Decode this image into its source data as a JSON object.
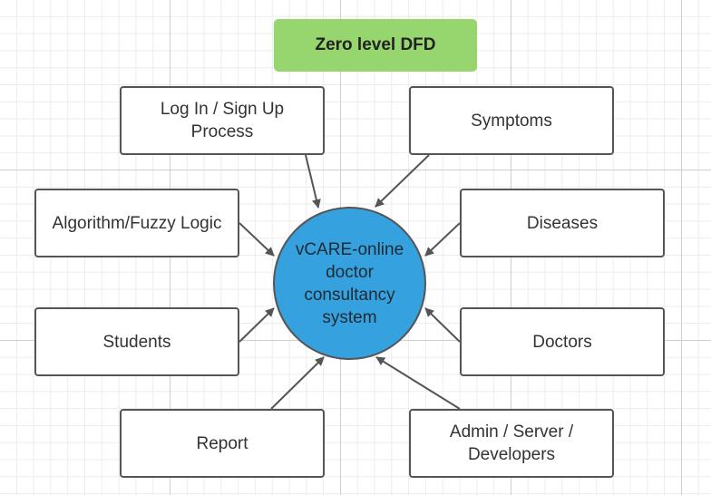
{
  "title": "Zero level DFD",
  "center": "vCARE-online doctor consultancy system",
  "nodes": {
    "login": "Log In / Sign Up Process",
    "symptoms": "Symptoms",
    "algorithm": "Algorithm/Fuzzy Logic",
    "diseases": "Diseases",
    "students": "Students",
    "doctors": "Doctors",
    "report": "Report",
    "admin": "Admin / Server / Developers"
  },
  "colors": {
    "title_fill": "#97d66f",
    "center_fill": "#35a1de",
    "border": "#555555"
  }
}
